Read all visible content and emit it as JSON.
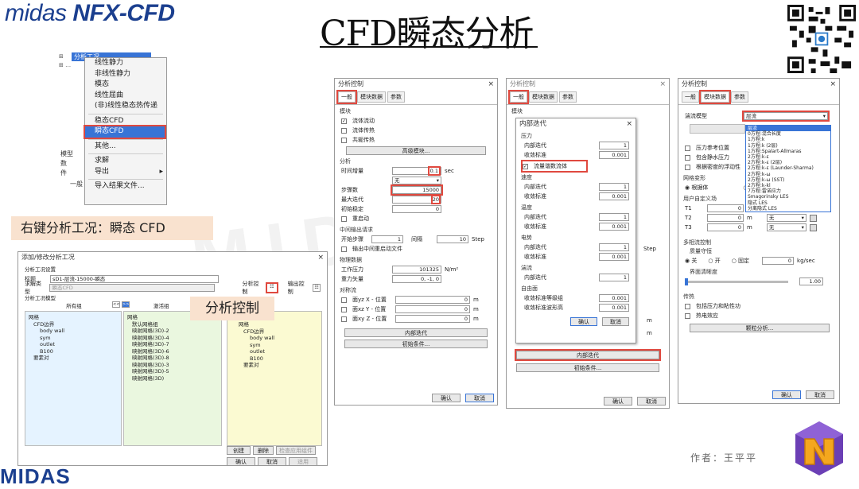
{
  "brand": {
    "prefix": "midas ",
    "name": "NFX-CFD"
  },
  "slide_title": "CFD瞬态分析",
  "footer": {
    "logo": "MIDAS",
    "author": "作者：王平平"
  },
  "context": {
    "tree_item": "分析工况",
    "tree_path": "…",
    "menu_items": [
      "线性静力",
      "非线性静力",
      "模态",
      "线性屈曲",
      "(非)线性稳态热传递",
      "稳态CFD",
      "瞬态CFD",
      "其他...",
      "求解",
      "导出",
      "导入结果文件..."
    ],
    "side_labels": [
      "模型",
      "数",
      "件",
      "一般"
    ],
    "caption": "右键分析工况：瞬态 CFD"
  },
  "add_dialog": {
    "title": "添加/修改分析工况",
    "settings": "分析工况设置",
    "title_lbl": "标题",
    "title_val": "sD1-层流-15000-瞬态",
    "solver_lbl": "求解类型",
    "solver_val": "瞬态CFD",
    "analysis_ctrl": "分析控制",
    "output_ctrl": "输出控制",
    "model_lbl": "分析工况模型",
    "all_groups": "所有组",
    "used_groups": "激活组",
    "tree_left": [
      "网格",
      "CFD边界",
      "body wall",
      "sym",
      "outlet",
      "B100",
      "要素对"
    ],
    "tree_mid": [
      "网格",
      "默认网格组",
      "映射网格(3D)-2",
      "映射网格(3D)-4",
      "映射网格(3D)-7",
      "映射网格(3D)-6",
      "映射网格(3D)-8",
      "映射网格(3D)-3",
      "映射网格(3D)-5",
      "映射网格(3D)"
    ],
    "tree_right": [
      "网格",
      "CFD边界",
      "body wall",
      "sym",
      "outlet",
      "B100",
      "要素对"
    ],
    "callout": "分析控制",
    "create": "创建",
    "delete": "删除",
    "reset": "检查应用组件",
    "ok": "确认",
    "cancel": "取消",
    "apply": "适用"
  },
  "ctrl1": {
    "title": "分析控制",
    "tabs": [
      "一般",
      "模块数据",
      "参数"
    ],
    "module": "模块",
    "opts": [
      "流体流动",
      "流体传热",
      "共轭传热"
    ],
    "adv": "高级模块...",
    "analysis": "分析",
    "time_step": "时间增量",
    "time_val": "0.1",
    "time_unit": "sec",
    "none": "无",
    "steps": "步骤数",
    "steps_val": "15000",
    "max_iter": "最大迭代",
    "max_iter_val": "20",
    "init": "初始稳定",
    "init_val": "0",
    "restart": "重启动",
    "mid_out": "中间输出请求",
    "out_step": "开始步骤",
    "out_step_val": "1",
    "interval": "间隔",
    "interval_val": "10",
    "step": "Step",
    "mid_restart": "输出中间重启动文件",
    "phys": "物理数据",
    "pressure": "工作压力",
    "pressure_val": "101325",
    "pressure_unit": "N/m²",
    "gravity": "重力矢量",
    "gravity_val": "0, -1, 0",
    "sym": "对称流",
    "syz": "面yz X - 位置",
    "sxz": "面xz Y - 位置",
    "sxy": "面xy Z - 位置",
    "zero": "0",
    "m": "m",
    "inner": "内部迭代",
    "initc": "初始条件...",
    "ok": "确认",
    "cancel": "取消"
  },
  "ctrl2": {
    "title": "分析控制",
    "tabs": [
      "一般",
      "模块数据",
      "参数"
    ],
    "module": "模块",
    "inner_title": "内部迭代",
    "press": "压力",
    "iter": "内部迭代",
    "conv": "收敛标准",
    "one": "1",
    "conv_val": "0.001",
    "consistent": "流量谐数流体",
    "vel": "速度",
    "temp": "温度",
    "elec": "电势",
    "turb": "湍流",
    "free": "自由面",
    "free1": "收敛标准等级组",
    "free2": "收敛标准波形高",
    "ok": "确认",
    "cancel": "取消",
    "inner_btn": "内部迭代",
    "initc": "初始条件...",
    "step": "Step",
    "m": "m"
  },
  "ctrl3": {
    "title": "分析控制",
    "tabs": [
      "一般",
      "模块数据",
      "参数"
    ],
    "turb_model": "湍流模型",
    "turb_val": "层流",
    "options": [
      "层流",
      "0方程:混合长度",
      "1方程:k",
      "1方程:k (2层)",
      "1方程:Spalart-Allmaras",
      "2方程:k-ε",
      "2方程:k-ε (2层)",
      "2方程:k-ε (Launder-Sharma)",
      "2方程:k-ω",
      "2方程:k-ω (SST)",
      "2方程:k-kl",
      "7方程:雷诺应力",
      "Smagorinsky LES",
      "隐式 LES",
      "分离隐式 LES"
    ],
    "pref": "压力参考位置",
    "stag": "包含静水压力",
    "dens": "根据密度的浮动性",
    "boundary": "网格变形",
    "b1": "根据体",
    "b2": "根",
    "udf": "用户自定义场",
    "t1": "T1",
    "t2": "T2",
    "t3": "T3",
    "zero": "0",
    "m": "m",
    "none": "无",
    "multi": "多相流控制",
    "mass": "质量守恒",
    "off": "关",
    "on": "开",
    "fixed": "固定",
    "kg": "kg/sec",
    "interface": "界面清晰度",
    "one": "1.00",
    "heat": "传热",
    "h1": "包括压力和粘性功",
    "h2": "热电效应",
    "particle": "颗粒分析...",
    "ok": "确认",
    "cancel": "取消"
  }
}
